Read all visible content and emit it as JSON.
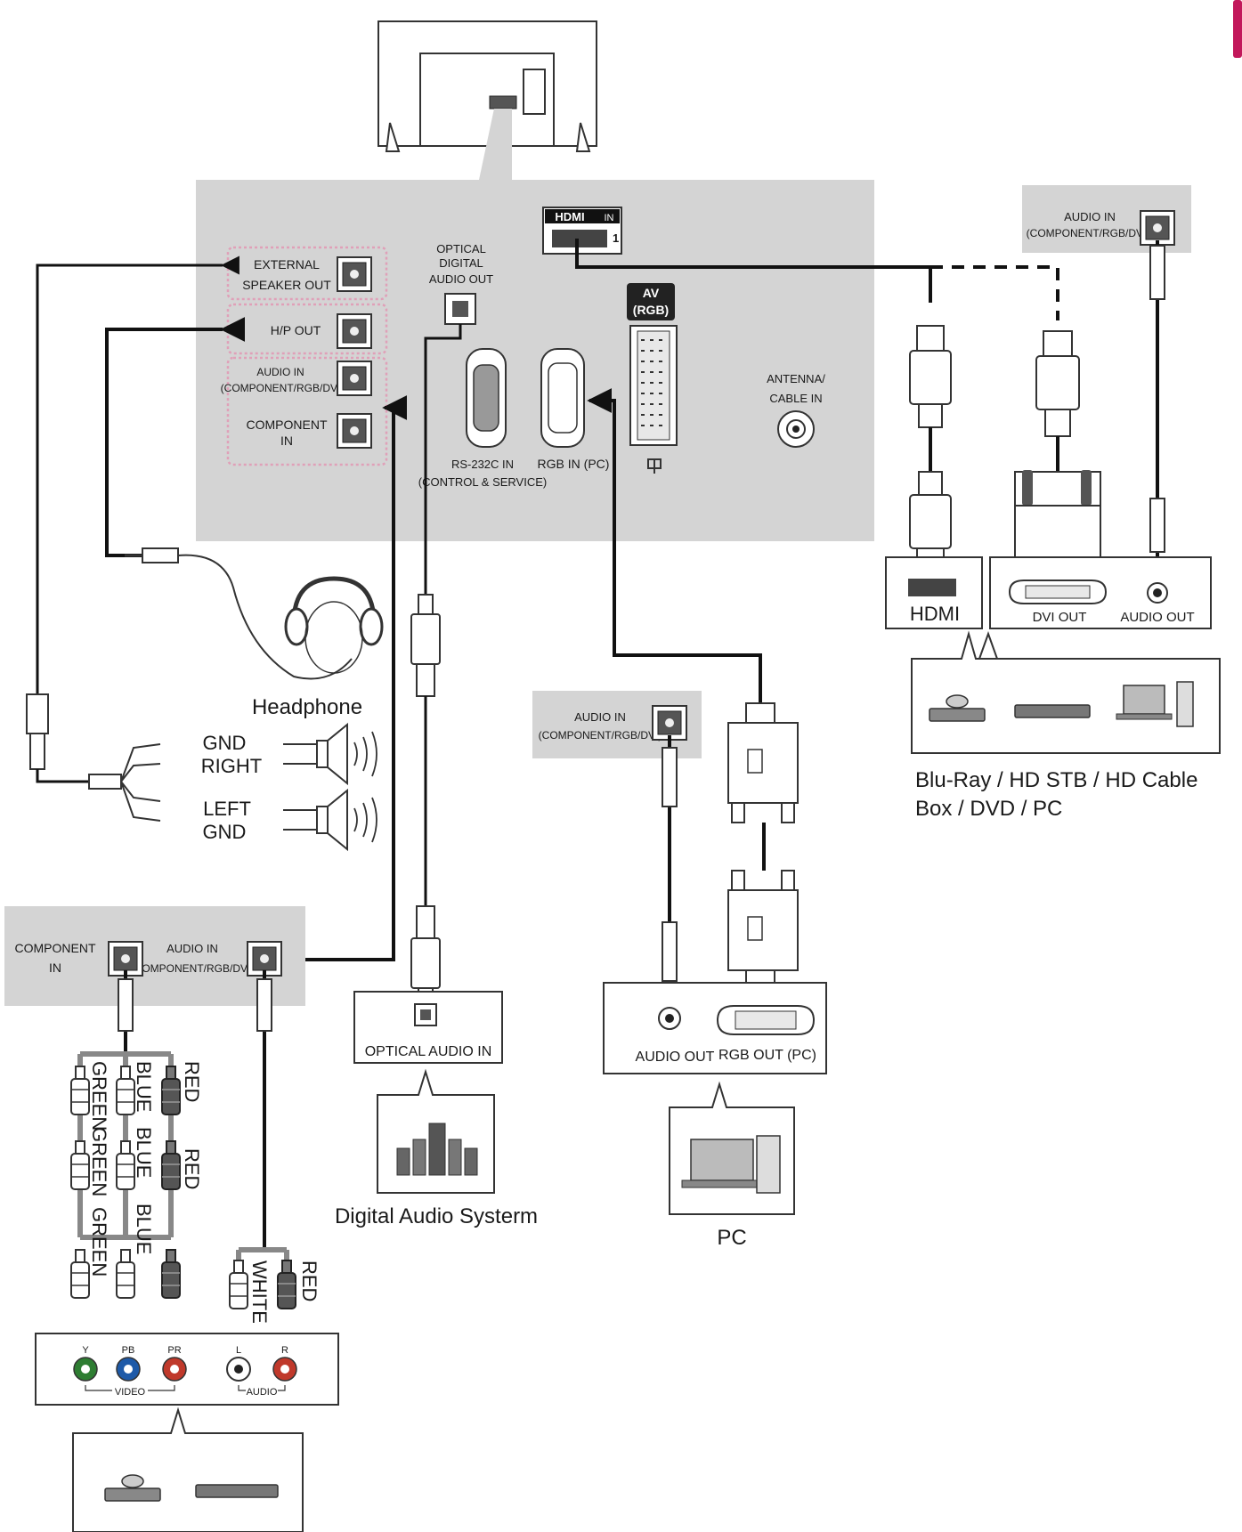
{
  "tv_panel": {
    "hdmi_logo": "HDMI",
    "hdmi_in": "IN",
    "hdmi_port_number": "1",
    "external_speaker_out": [
      "EXTERNAL",
      "SPEAKER OUT"
    ],
    "hp_out": "H/P OUT",
    "audio_in": [
      "AUDIO IN",
      "(COMPONENT/RGB/DVI)"
    ],
    "component_in": [
      "COMPONENT",
      "IN"
    ],
    "optical_out": [
      "OPTICAL",
      "DIGITAL",
      "AUDIO OUT"
    ],
    "rs232c": [
      "RS-232C IN",
      "(CONTROL & SERVICE)"
    ],
    "rgb_in": "RGB IN (PC)",
    "av": [
      "AV",
      "(RGB)"
    ],
    "antenna": [
      "ANTENNA/",
      "CABLE IN"
    ]
  },
  "hdmi_device": {
    "audio_in": [
      "AUDIO IN",
      "(COMPONENT/RGB/DVI)"
    ],
    "hdmi_label": "HDMI",
    "dvi_out": "DVI OUT",
    "audio_out": "AUDIO OUT",
    "caption": [
      "Blu-Ray / HD STB / HD Cable",
      "Box / DVD / PC"
    ]
  },
  "headphone": {
    "label": "Headphone",
    "speaker_labels": [
      "GND",
      "RIGHT",
      "LEFT",
      "GND"
    ]
  },
  "component_device": {
    "component_in": [
      "COMPONENT",
      "IN"
    ],
    "audio_in": [
      "AUDIO IN",
      "(COMPONENT/RGB/DVI)"
    ],
    "wire_row1": [
      "GREEN",
      "BLUE",
      "RED"
    ],
    "wire_row2": [
      "GREEN",
      "BLUE",
      "RED"
    ],
    "wire_row3": [
      "GREEN",
      "BLUE"
    ],
    "audio_wires": [
      "WHITE",
      "RED"
    ],
    "jack_labels": [
      "Y",
      "PB",
      "PR",
      "L",
      "R"
    ],
    "video_label": "VIDEO",
    "audio_label": "AUDIO"
  },
  "optical": {
    "label": "OPTICAL  AUDIO IN",
    "caption": "Digital Audio Systerm"
  },
  "pc": {
    "audio_in": [
      "AUDIO IN",
      "(COMPONENT/RGB/DVI)"
    ],
    "audio_out": "AUDIO OUT",
    "rgb_out": "RGB OUT (PC)",
    "caption": "PC"
  },
  "colors": {
    "panel": "#d4d4d4",
    "brand_accent": "#c2185b",
    "dotted_outline": "#e0a0b8",
    "jack_green": "#2e7d32",
    "jack_blue": "#1e5aa8",
    "jack_red": "#c0392b"
  }
}
